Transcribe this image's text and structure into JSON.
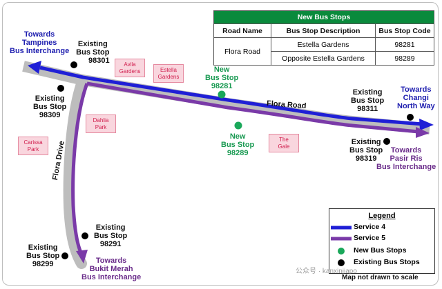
{
  "table": {
    "caption": "New Bus Stops",
    "headers": [
      "Road Name",
      "Bus Stop Description",
      "Bus Stop Code"
    ],
    "road_name": "Flora Road",
    "rows": [
      {
        "description": "Estella Gardens",
        "code": "98281"
      },
      {
        "description": "Opposite Estella Gardens",
        "code": "98289"
      }
    ]
  },
  "directions": {
    "tampines": [
      "Towards",
      "Tampines",
      "Bus Interchange"
    ],
    "changi": [
      "Towards",
      "Changi",
      "North Way"
    ],
    "pasir_ris": [
      "Towards",
      "Pasir Ris",
      "Bus Interchange"
    ],
    "bukit_merah": [
      "Towards",
      "Bukit Merah",
      "Bus Interchange"
    ]
  },
  "roads": {
    "flora_road": "Flora Road",
    "flora_drive": "Flora Drive"
  },
  "existing_stops": [
    {
      "line1": "Existing",
      "line2": "Bus Stop",
      "code": "98301"
    },
    {
      "line1": "Existing",
      "line2": "Bus Stop",
      "code": "98309"
    },
    {
      "line1": "Existing",
      "line2": "Bus Stop",
      "code": "98311"
    },
    {
      "line1": "Existing",
      "line2": "Bus Stop",
      "code": "98319"
    },
    {
      "line1": "Existing",
      "line2": "Bus Stop",
      "code": "98291"
    },
    {
      "line1": "Existing",
      "line2": "Bus Stop",
      "code": "98299"
    }
  ],
  "new_stops": [
    {
      "line1": "New",
      "line2": "Bus Stop",
      "code": "98281"
    },
    {
      "line1": "New",
      "line2": "Bus Stop",
      "code": "98289"
    }
  ],
  "places": {
    "avila": [
      "Avila",
      "Gardens"
    ],
    "estella": [
      "Estella",
      "Gardens"
    ],
    "dahlia": [
      "Dahlia",
      "Park"
    ],
    "carissa": [
      "Carissa",
      "Park"
    ],
    "gale": [
      "The",
      "Gale"
    ]
  },
  "legend": {
    "title": "Legend",
    "service4": "Service 4",
    "service5": "Service 5",
    "new_stops": "New Bus Stops",
    "existing_stops": "Existing Bus Stops"
  },
  "colors": {
    "service4": "#1f1fd6",
    "service5": "#7a3aa8",
    "road": "#bdbdbd",
    "new_stop": "#1aa85a",
    "existing_stop": "#000000",
    "table_header": "#0a8a3c"
  },
  "footer": {
    "watermark": "公众号 · kanxinjiapo",
    "note": "Map not drawn to scale"
  }
}
